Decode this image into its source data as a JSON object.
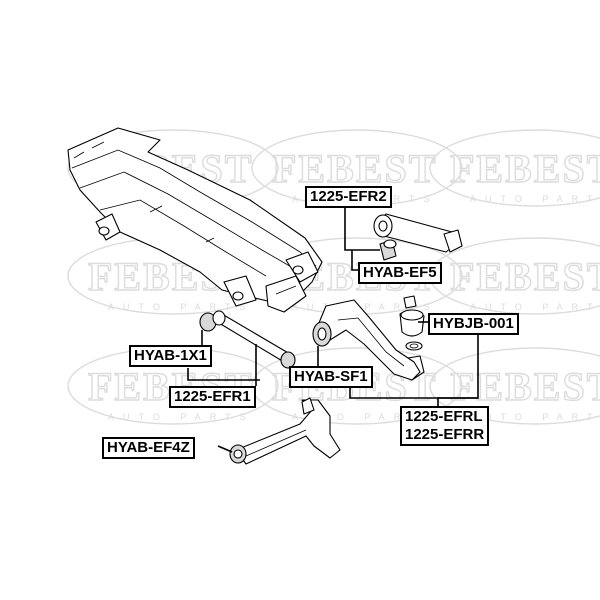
{
  "watermark": {
    "word": "FEBEST",
    "sub": "AUTO PARTS"
  },
  "labels": {
    "efr2": "1225-EFR2",
    "ef5": "HYAB-EF5",
    "hybjb": "HYBJB-001",
    "x1": "HYAB-1X1",
    "sf1": "HYAB-SF1",
    "efr1": "1225-EFR1",
    "efrl": "1225-EFRL",
    "efrr": "1225-EFRR",
    "ef4z": "HYAB-EF4Z"
  },
  "colors": {
    "line": "#000000",
    "watermark": "#dcdcdc",
    "bushing_fill": "#d9d9d9"
  }
}
